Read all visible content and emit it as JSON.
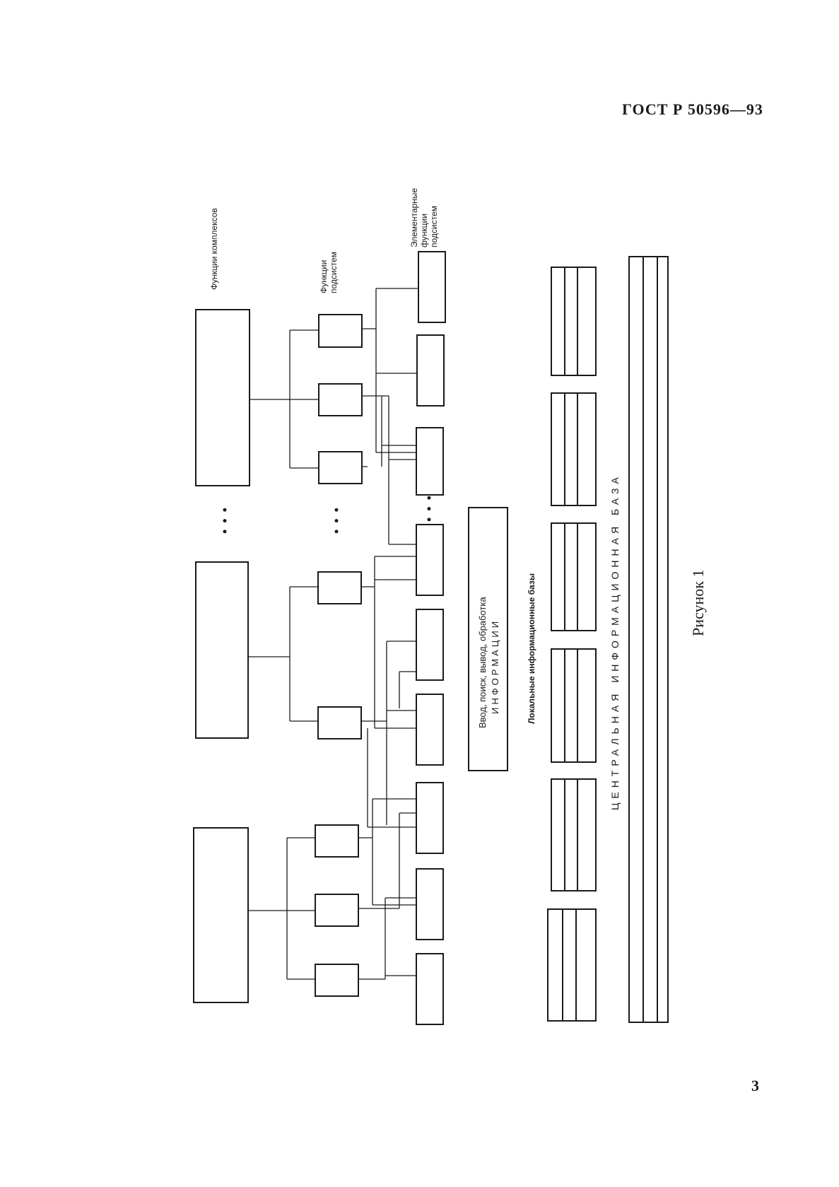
{
  "header": {
    "standard": "ГОСТ Р 50596—93"
  },
  "diagram": {
    "labels": {
      "complex_functions": "Функции комплексов",
      "subsystem_functions": "Функции\nподсистем",
      "elementary_functions": "Элементарные\nфункции\nподсистем",
      "io_line1": "Ввод, поиск, вывод, обработка",
      "io_line2": "ИНФОРМАЦИИ",
      "local_bases": "Локальные информационные базы",
      "central_base": "ЦЕНТРАЛЬНАЯ ИНФОРМАЦИОННАЯ БАЗА",
      "ellipsis": "• • •"
    },
    "caption": "Рисунок 1"
  },
  "footer": {
    "page_number": "3"
  }
}
